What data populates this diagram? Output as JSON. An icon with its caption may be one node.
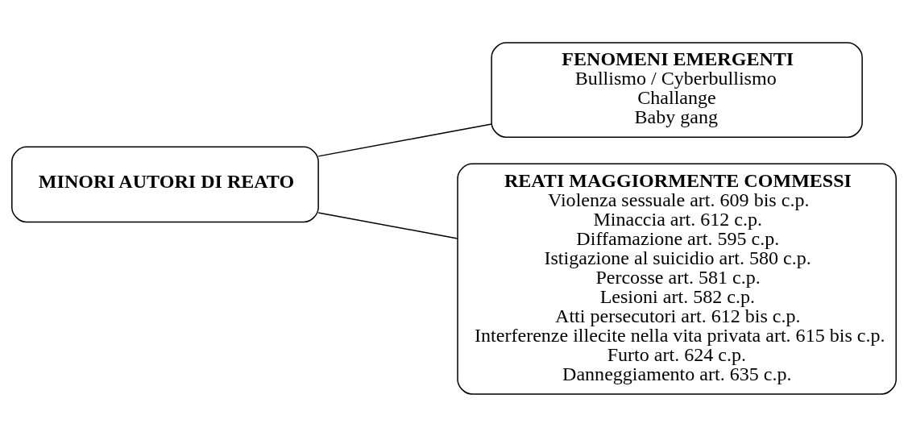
{
  "diagram": {
    "nodes": [
      {
        "text": [
          "MINORI AUTORI DI REATO"
        ]
      },
      {
        "text": [
          "FENOMENI EMERGENTI",
          "Bullismo / Cyberbullismo",
          "Challange",
          "Baby gang"
        ]
      },
      {
        "text": [
          "REATI MAGGIORMENTE COMMESSI",
          "Violenza sessuale art. 609 bis c.p.",
          "Minaccia art. 612 c.p.",
          "Diffamazione art. 595 c.p.",
          "Istigazione al suicidio art. 580 c.p.",
          "Percosse art. 581 c.p.",
          "Lesioni art. 582 c.p.",
          "Atti persecutori art. 612 bis c.p.",
          "Interferenze illecite nella vita privata art. 615 bis c.p.",
          "Furto art. 624 c.p.",
          "Danneggiamento art. 635 c.p."
        ]
      }
    ],
    "edges": [
      {
        "from": 0,
        "to": 1,
        "arrow": "none"
      },
      {
        "from": 0,
        "to": 2,
        "arrow": "none"
      }
    ]
  }
}
